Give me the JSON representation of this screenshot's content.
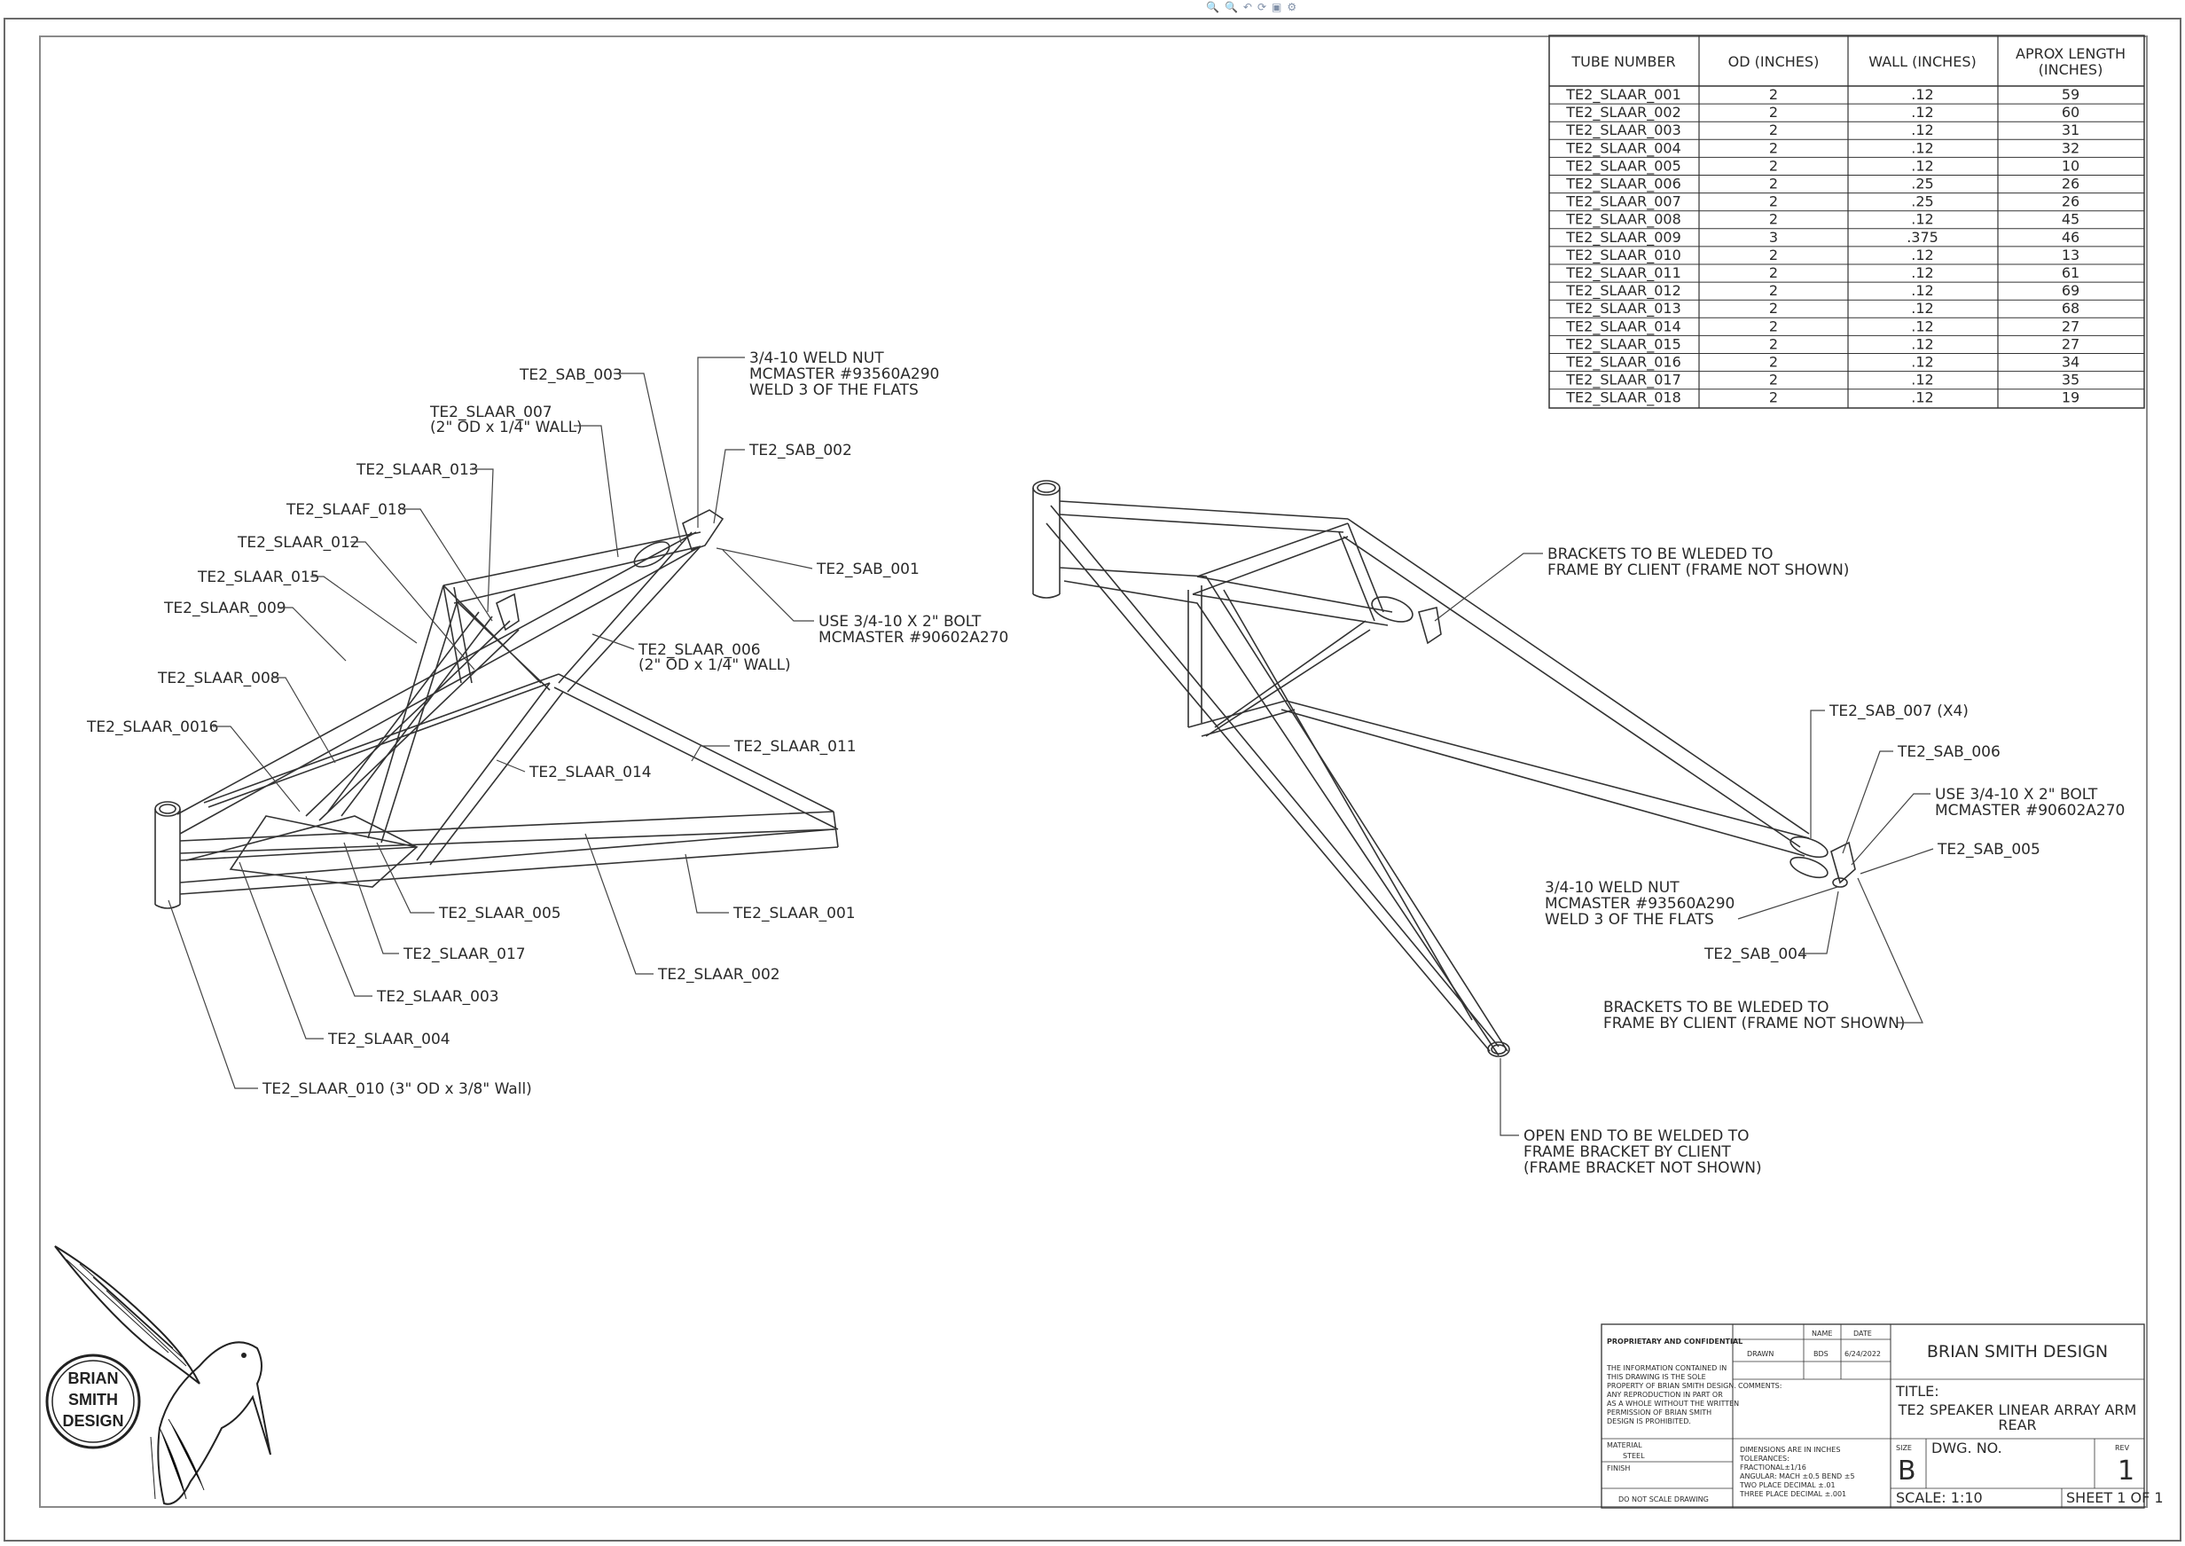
{
  "toolbar": {
    "icons": [
      "zoom-to-fit-icon",
      "zoom-area-icon",
      "previous-view-icon",
      "rotate-icon",
      "display-style-icon",
      "view-settings-icon"
    ]
  },
  "table": {
    "headers": [
      "TUBE NUMBER",
      "OD (INCHES)",
      "WALL (INCHES)",
      "APROX LENGTH",
      "(INCHES)"
    ],
    "rows": [
      [
        "TE2_SLAAR_001",
        "2",
        ".12",
        "59"
      ],
      [
        "TE2_SLAAR_002",
        "2",
        ".12",
        "60"
      ],
      [
        "TE2_SLAAR_003",
        "2",
        ".12",
        "31"
      ],
      [
        "TE2_SLAAR_004",
        "2",
        ".12",
        "32"
      ],
      [
        "TE2_SLAAR_005",
        "2",
        ".12",
        "10"
      ],
      [
        "TE2_SLAAR_006",
        "2",
        ".25",
        "26"
      ],
      [
        "TE2_SLAAR_007",
        "2",
        ".25",
        "26"
      ],
      [
        "TE2_SLAAR_008",
        "2",
        ".12",
        "45"
      ],
      [
        "TE2_SLAAR_009",
        "3",
        ".375",
        "46"
      ],
      [
        "TE2_SLAAR_010",
        "2",
        ".12",
        "13"
      ],
      [
        "TE2_SLAAR_011",
        "2",
        ".12",
        "61"
      ],
      [
        "TE2_SLAAR_012",
        "2",
        ".12",
        "69"
      ],
      [
        "TE2_SLAAR_013",
        "2",
        ".12",
        "68"
      ],
      [
        "TE2_SLAAR_014",
        "2",
        ".12",
        "27"
      ],
      [
        "TE2_SLAAR_015",
        "2",
        ".12",
        "27"
      ],
      [
        "TE2_SLAAR_016",
        "2",
        ".12",
        "34"
      ],
      [
        "TE2_SLAAR_017",
        "2",
        ".12",
        "35"
      ],
      [
        "TE2_SLAAR_018",
        "2",
        ".12",
        "19"
      ]
    ]
  },
  "left_view": {
    "labels": {
      "sab_003": "TE2_SAB_003",
      "weld_nut_1": "3/4-10 WELD NUT",
      "weld_nut_2": "MCMASTER #93560A290",
      "weld_nut_3": "WELD 3 OF THE FLATS",
      "slaar_007_1": "TE2_SLAAR_007",
      "slaar_007_2": "(2\" OD x 1/4\" WALL)",
      "sab_002": "TE2_SAB_002",
      "slaar_013": "TE2_SLAAR_013",
      "slaaf_018": "TE2_SLAAF_018",
      "slaar_012": "TE2_SLAAR_012",
      "sab_001": "TE2_SAB_001",
      "slaar_015": "TE2_SLAAR_015",
      "bolt_1": "USE 3/4-10 X 2\" BOLT",
      "bolt_2": "MCMASTER #90602A270",
      "slaar_009": "TE2_SLAAR_009",
      "slaar_006_1": "TE2_SLAAR_006",
      "slaar_006_2": "(2\" OD x 1/4\" WALL)",
      "slaar_008": "TE2_SLAAR_008",
      "slaar_0016": "TE2_SLAAR_0016",
      "slaar_011": "TE2_SLAAR_011",
      "slaar_014": "TE2_SLAAR_014",
      "slaar_005": "TE2_SLAAR_005",
      "slaar_001": "TE2_SLAAR_001",
      "slaar_017": "TE2_SLAAR_017",
      "slaar_002": "TE2_SLAAR_002",
      "slaar_003": "TE2_SLAAR_003",
      "slaar_004": "TE2_SLAAR_004",
      "slaar_010": "TE2_SLAAR_010 (3\" OD x 3/8\" Wall)"
    }
  },
  "right_view": {
    "labels": {
      "brackets_a_1": "BRACKETS TO BE WLEDED TO",
      "brackets_a_2": "FRAME BY CLIENT (FRAME NOT SHOWN)",
      "sab_007": "TE2_SAB_007 (X4)",
      "sab_006": "TE2_SAB_006",
      "bolt_1": "USE 3/4-10 X 2\" BOLT",
      "bolt_2": "MCMASTER #90602A270",
      "sab_005": "TE2_SAB_005",
      "weld_nut_1": "3/4-10 WELD NUT",
      "weld_nut_2": "MCMASTER #93560A290",
      "weld_nut_3": "WELD 3 OF THE FLATS",
      "sab_004": "TE2_SAB_004",
      "brackets_b_1": "BRACKETS TO BE WLEDED TO",
      "brackets_b_2": "FRAME BY CLIENT (FRAME NOT SHOWN)",
      "open_end_1": "OPEN END TO BE WELDED TO",
      "open_end_2": "FRAME BRACKET BY CLIENT",
      "open_end_3": "(FRAME BRACKET NOT SHOWN)"
    }
  },
  "logo": {
    "line1": "BRIAN",
    "line2": "SMITH",
    "line3": "DESIGN"
  },
  "title_block": {
    "prop_title": "PROPRIETARY AND CONFIDENTIAL",
    "prop_text": [
      "THE INFORMATION CONTAINED IN",
      "THIS DRAWING IS THE SOLE",
      "PROPERTY OF BRIAN SMITH DESIGN.",
      "ANY REPRODUCTION IN PART OR",
      "AS A WHOLE WITHOUT THE WRITTEN",
      "PERMISSION OF BRIAN SMITH",
      "DESIGN IS PROHIBITED."
    ],
    "name_hdr": "NAME",
    "date_hdr": "DATE",
    "drawn_lbl": "DRAWN",
    "drawn_name": "BDS",
    "drawn_date": "6/24/2022",
    "comments_lbl": "COMMENTS:",
    "material_lbl": "MATERIAL",
    "material_val": "STEEL",
    "finish_lbl": "FINISH",
    "no_scale": "DO NOT SCALE DRAWING",
    "tolerances": [
      "DIMENSIONS ARE IN INCHES",
      "TOLERANCES:",
      "FRACTIONAL±1/16",
      "ANGULAR: MACH ±0.5  BEND ±5",
      "TWO PLACE DECIMAL    ±.01",
      "THREE PLACE DECIMAL  ±.001"
    ],
    "company": "BRIAN SMITH DESIGN",
    "title_lbl": "TITLE:",
    "title_1": "TE2 SPEAKER LINEAR ARRAY ARM",
    "title_2": "REAR",
    "size_lbl": "SIZE",
    "size_val": "B",
    "dwg_lbl": "DWG.  NO.",
    "rev_lbl": "REV",
    "rev_val": "1",
    "scale": "SCALE: 1:10",
    "sheet": "SHEET 1 OF 1"
  }
}
